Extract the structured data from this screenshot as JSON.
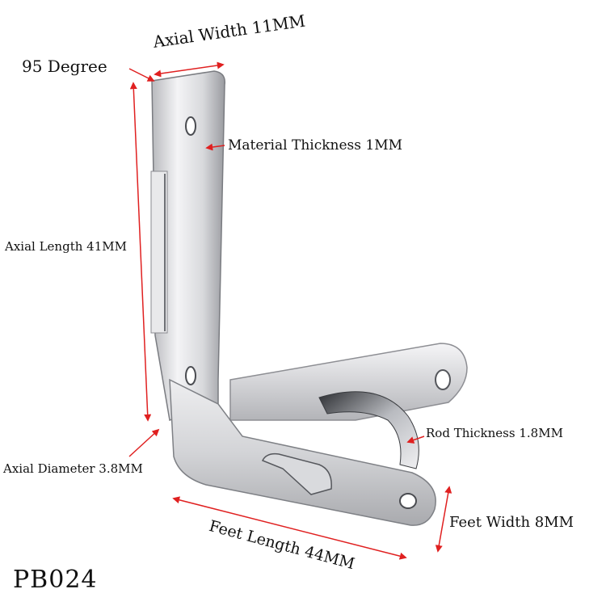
{
  "product_code": "PB024",
  "annotations": {
    "degree": "95 Degree",
    "axial_width": "Axial Width 11MM",
    "material_thickness": "Material Thickness 1MM",
    "axial_length": "Axial Length 41MM",
    "axial_diameter": "Axial Diameter 3.8MM",
    "rod_thickness": "Rod Thickness 1.8MM",
    "feet_width": "Feet Width 8MM",
    "feet_length": "Feet Length 44MM"
  },
  "colors": {
    "arrow": "#e02020",
    "metal_light": "#f2f2f4",
    "metal_mid": "#c9cace",
    "metal_dark": "#6e7076"
  }
}
